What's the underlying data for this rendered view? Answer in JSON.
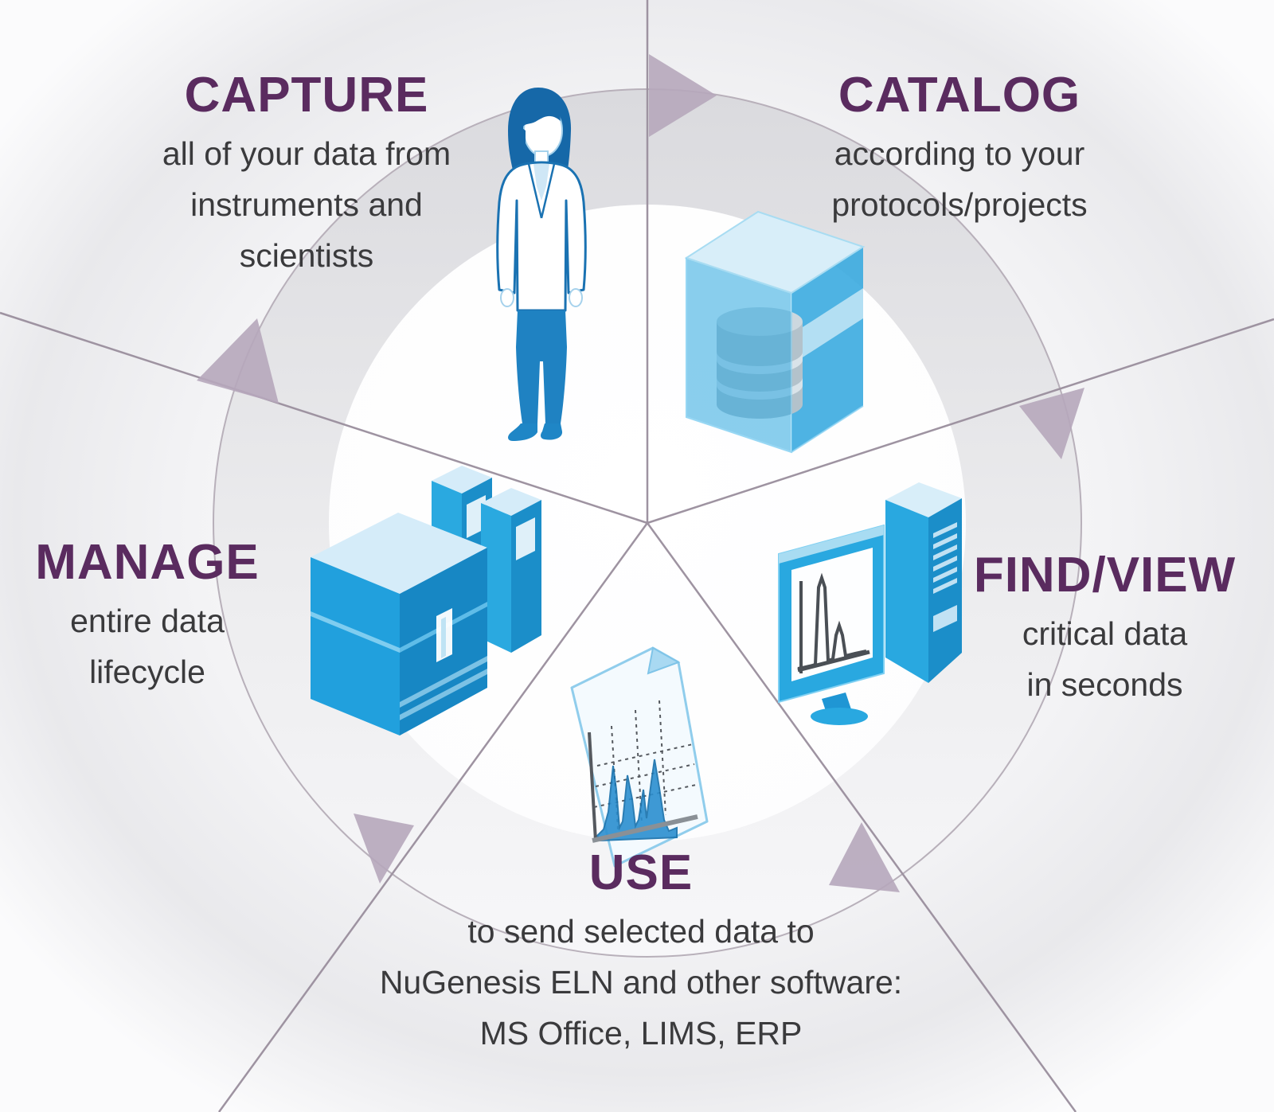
{
  "diagram": {
    "type": "cycle",
    "segments": {
      "capture": {
        "label": "CAPTURE",
        "lines": [
          "all of your data from",
          "instruments and",
          "scientists"
        ],
        "icon": "scientist-icon"
      },
      "catalog": {
        "label": "CATALOG",
        "lines": [
          "according to your",
          "protocols/projects"
        ],
        "icon": "database-cube-icon"
      },
      "findview": {
        "label": "FIND/VIEW",
        "lines": [
          "critical data",
          "in seconds"
        ],
        "icon": "workstation-icon"
      },
      "manage": {
        "label": "MANAGE",
        "lines": [
          "entire data",
          "lifecycle"
        ],
        "icon": "instrument-archive-icon"
      },
      "use": {
        "label": "USE",
        "lines": [
          "to send selected data to",
          "NuGenesis ELN and other software:",
          "MS Office, LIMS, ERP"
        ],
        "icon": "report-chart-icon"
      }
    },
    "colors": {
      "heading_purple": "#5a2b5f",
      "body_text": "#3a3a3c",
      "spoke_line": "#9e93a1",
      "arrow_fill": "#b6a7bb",
      "icon_blue": "#29a8e0",
      "icon_blue_dark": "#1787c4",
      "icon_blue_pale": "#d5ecf9"
    }
  }
}
